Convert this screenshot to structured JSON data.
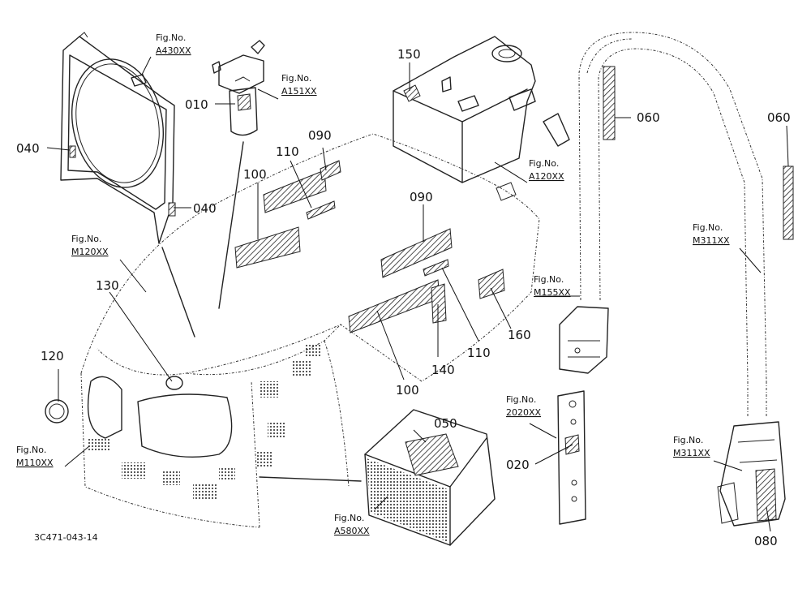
{
  "callouts": [
    {
      "id": "c010",
      "label": "010"
    },
    {
      "id": "c020",
      "label": "020"
    },
    {
      "id": "c040a",
      "label": "040"
    },
    {
      "id": "c040b",
      "label": "040"
    },
    {
      "id": "c050",
      "label": "050"
    },
    {
      "id": "c060a",
      "label": "060"
    },
    {
      "id": "c060b",
      "label": "060"
    },
    {
      "id": "c080",
      "label": "080"
    },
    {
      "id": "c090a",
      "label": "090"
    },
    {
      "id": "c090b",
      "label": "090"
    },
    {
      "id": "c100a",
      "label": "100"
    },
    {
      "id": "c100b",
      "label": "100"
    },
    {
      "id": "c110a",
      "label": "110"
    },
    {
      "id": "c110b",
      "label": "110"
    },
    {
      "id": "c120",
      "label": "120"
    },
    {
      "id": "c130",
      "label": "130"
    },
    {
      "id": "c140",
      "label": "140"
    },
    {
      "id": "c150",
      "label": "150"
    },
    {
      "id": "c160",
      "label": "160"
    }
  ],
  "fig_refs": [
    {
      "id": "A430",
      "label": "Fig.No.",
      "code": "A430XX"
    },
    {
      "id": "A151",
      "label": "Fig.No.",
      "code": "A151XX"
    },
    {
      "id": "A120",
      "label": "Fig.No.",
      "code": "A120XX"
    },
    {
      "id": "M120",
      "label": "Fig.No.",
      "code": "M120XX"
    },
    {
      "id": "M155",
      "label": "Fig.No.",
      "code": "M155XX"
    },
    {
      "id": "M311a",
      "label": "Fig.No.",
      "code": "M311XX"
    },
    {
      "id": "M311b",
      "label": "Fig.No.",
      "code": "M311XX"
    },
    {
      "id": "2020",
      "label": "Fig.No.",
      "code": "2020XX"
    },
    {
      "id": "M110",
      "label": "Fig.No.",
      "code": "M110XX"
    },
    {
      "id": "A580",
      "label": "Fig.No.",
      "code": "A580XX"
    }
  ],
  "drawing_code": "3C471-043-14",
  "icons": [
    "radiator-shroud-icon",
    "fuel-filter-icon",
    "fuel-tank-icon",
    "rops-frame-icon",
    "bonnet-icon",
    "battery-icon",
    "plate-icon",
    "rops-bracket-icon"
  ]
}
